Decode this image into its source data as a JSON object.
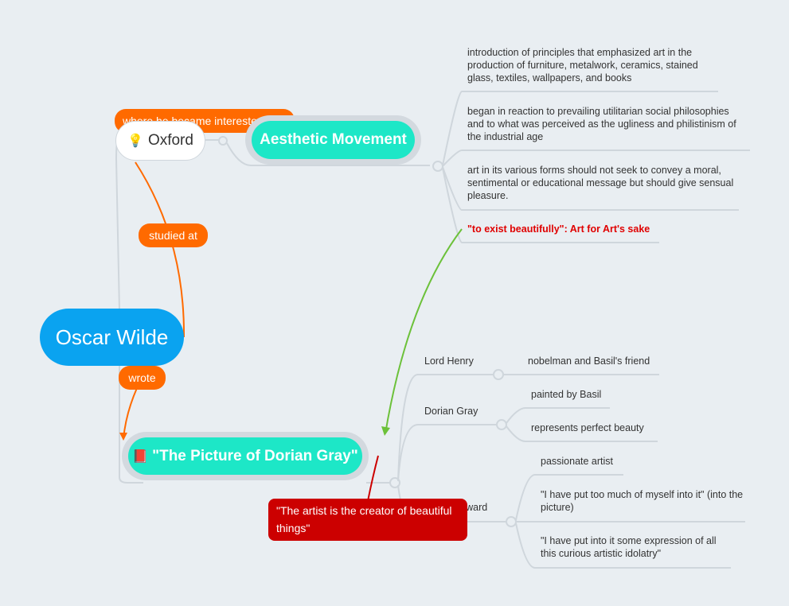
{
  "central": {
    "label": "Oscar Wilde"
  },
  "oxford": {
    "icon": "lightbulb-icon",
    "label": "Oxford",
    "relation_overlap": "where he became interested in"
  },
  "aesthetic": {
    "label": "Aesthetic Movement",
    "items": [
      "introduction of principles that emphasized art in the production of furniture, metalwork, ceramics, stained glass, textiles, wallpapers, and books",
      "began in reaction to prevailing utilitarian social philosophies and to what was perceived as the ugliness and philistinism of the industrial age",
      "art in its various forms should not seek to convey a moral, sentimental or educational message but should give sensual pleasure.",
      "\"to exist beautifully\": Art for Art's sake"
    ]
  },
  "relations": {
    "studied_at": "studied at",
    "wrote": "wrote"
  },
  "dorian": {
    "icon": "book-icon",
    "label": "\"The Picture of Dorian Gray\"",
    "characters": [
      {
        "name": "Lord Henry",
        "notes": [
          "nobelman and Basil's friend"
        ]
      },
      {
        "name": "Dorian Gray",
        "notes": [
          "painted by Basil",
          "represents perfect beauty"
        ]
      },
      {
        "name": "Basil Hallward",
        "notes": [
          "passionate artist",
          "\"I have put too much of myself into it\" (into the picture)",
          "\"I have put into it some expression of all this curious artistic idolatry\""
        ]
      }
    ],
    "quote": "\"The artist is the creator of beautiful things\""
  },
  "colors": {
    "central": "#0aa3f0",
    "main_topic": "#1de7c7",
    "relation": "#ff6a00",
    "quote_box": "#cc0000",
    "highlight_text": "#e00000",
    "arrow_green": "#6cc13a"
  }
}
